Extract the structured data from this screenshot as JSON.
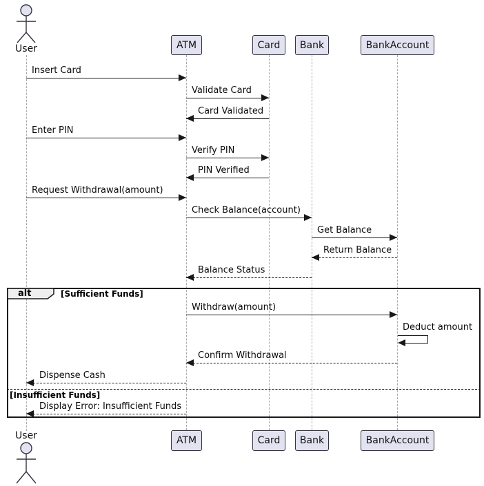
{
  "participants": [
    {
      "label": "User",
      "type": "actor"
    },
    {
      "label": "ATM",
      "type": "box"
    },
    {
      "label": "Card",
      "type": "box"
    },
    {
      "label": "Bank",
      "type": "box"
    },
    {
      "label": "BankAccount",
      "type": "box"
    }
  ],
  "messages": [
    {
      "label": "Insert Card",
      "from": "User",
      "to": "ATM",
      "line": "solid"
    },
    {
      "label": "Validate Card",
      "from": "ATM",
      "to": "Card",
      "line": "solid"
    },
    {
      "label": "Card Validated",
      "from": "Card",
      "to": "ATM",
      "line": "solid"
    },
    {
      "label": "Enter PIN",
      "from": "User",
      "to": "ATM",
      "line": "solid"
    },
    {
      "label": "Verify PIN",
      "from": "ATM",
      "to": "Card",
      "line": "solid"
    },
    {
      "label": "PIN Verified",
      "from": "Card",
      "to": "ATM",
      "line": "solid"
    },
    {
      "label": "Request Withdrawal(amount)",
      "from": "User",
      "to": "ATM",
      "line": "solid"
    },
    {
      "label": "Check Balance(account)",
      "from": "ATM",
      "to": "Bank",
      "line": "solid"
    },
    {
      "label": "Get Balance",
      "from": "Bank",
      "to": "BankAccount",
      "line": "solid"
    },
    {
      "label": "Return Balance",
      "from": "BankAccount",
      "to": "Bank",
      "line": "dashed"
    },
    {
      "label": "Balance Status",
      "from": "Bank",
      "to": "ATM",
      "line": "dashed"
    },
    {
      "label": "Withdraw(amount)",
      "from": "ATM",
      "to": "BankAccount",
      "line": "solid"
    },
    {
      "label": "Deduct amount",
      "from": "BankAccount",
      "to": "BankAccount",
      "line": "solid",
      "self": true
    },
    {
      "label": "Confirm Withdrawal",
      "from": "BankAccount",
      "to": "ATM",
      "line": "dashed"
    },
    {
      "label": "Dispense Cash",
      "from": "ATM",
      "to": "User",
      "line": "dashed"
    },
    {
      "label": "Display Error: Insufficient Funds",
      "from": "ATM",
      "to": "User",
      "line": "dashed"
    }
  ],
  "alt_frame": {
    "operator": "alt",
    "guards": [
      "[Sufficient Funds]",
      "[Insufficient Funds]"
    ]
  },
  "colors": {
    "participant_fill": "#E2E2F0",
    "border": "#181818",
    "lifeline": "#A8A8A8",
    "operator_tab_fill": "#EEEEEE"
  }
}
